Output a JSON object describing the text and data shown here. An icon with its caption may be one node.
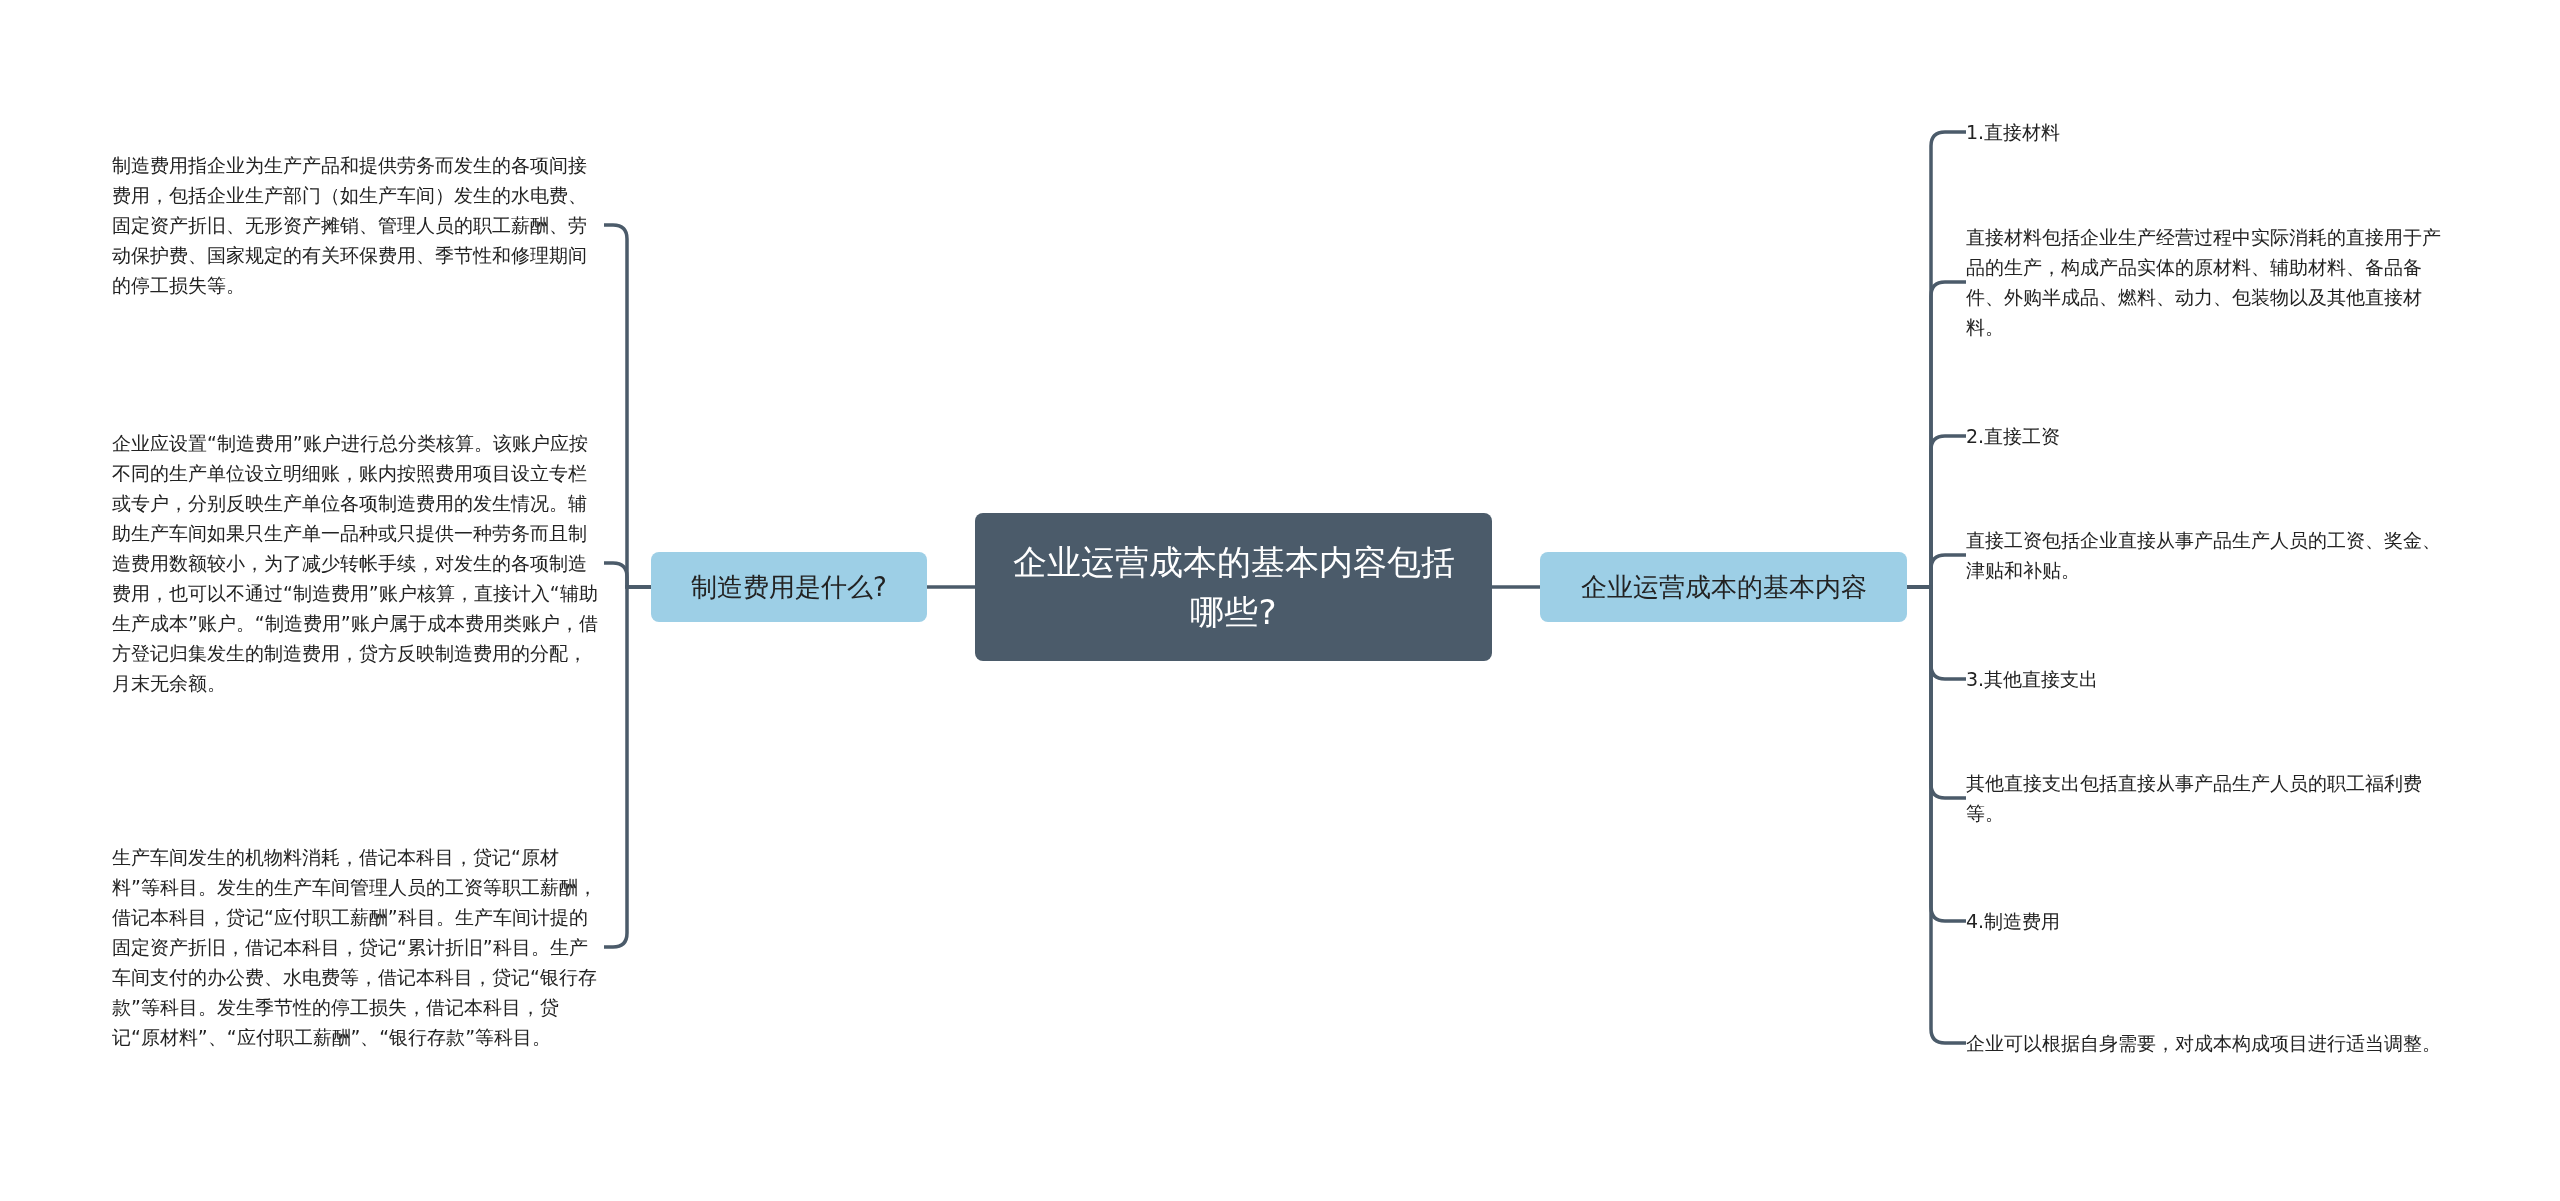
{
  "diagram": {
    "nodes": [
      {
        "text": [
          "企业运营成本的基本内容包括哪些?"
        ]
      },
      {
        "text": [
          "制造费用是什么?"
        ]
      },
      {
        "text": [
          "企业运营成本的基本内容"
        ]
      },
      {
        "text": [
          "制造费用指企业为生产产品和提供劳务而发生的各项间接费用，包括企业生产部门（如生产车间）发生的水电费、固定资产折旧、无形资产摊销、管理人员的职工薪酬、劳动保护费、国家规定的有关环保费用、季节性和修理期间的停工损失等。"
        ]
      },
      {
        "text": [
          "企业应设置“制造费用”账户进行总分类核算。该账户应按不同的生产单位设立明细账，账内按照费用项目设立专栏或专户，分别反映生产单位各项制造费用的发生情况。辅助生产车间如果只生产单一品种或只提供一种劳务而且制造费用数额较小，为了减少转帐手续，对发生的各项制造费用，也可以不通过“制造费用”账户核算，直接计入“辅助生产成本”账户。“制造费用”账户属于成本费用类账户，借方登记归集发生的制造费用，贷方反映制造费用的分配，月末无余额。"
        ]
      },
      {
        "text": [
          "生产车间发生的机物料消耗，借记本科目，贷记“原材料”等科目。发生的生产车间管理人员的工资等职工薪酬，借记本科目，贷记“应付职工薪酬”科目。生产车间计提的固定资产折旧，借记本科目，贷记“累计折旧”科目。生产车间支付的办公费、水电费等，借记本科目，贷记“银行存款”等科目。发生季节性的停工损失，借记本科目，贷记“原材料”、“应付职工薪酬”、“银行存款”等科目。"
        ]
      },
      {
        "text": [
          "1.直接材料"
        ]
      },
      {
        "text": [
          "直接材料包括企业生产经营过程中实际消耗的直接用于产品的生产，构成产品实体的原材料、辅助材料、备品备件、外购半成品、燃料、动力、包装物以及其他直接材料。"
        ]
      },
      {
        "text": [
          "2.直接工资"
        ]
      },
      {
        "text": [
          "直接工资包括企业直接从事产品生产人员的工资、奖金、津贴和补贴。"
        ]
      },
      {
        "text": [
          "3.其他直接支出"
        ]
      },
      {
        "text": [
          "其他直接支出包括直接从事产品生产人员的职工福利费等。"
        ]
      },
      {
        "text": [
          "4.制造费用"
        ]
      },
      {
        "text": [
          "企业可以根据自身需要，对成本构成项目进行适当调整。"
        ]
      }
    ],
    "edges": [
      {
        "from": 0,
        "to": 1,
        "arrow": "none"
      },
      {
        "from": 0,
        "to": 2,
        "arrow": "none"
      },
      {
        "from": 1,
        "to": 3,
        "arrow": "none"
      },
      {
        "from": 1,
        "to": 4,
        "arrow": "none"
      },
      {
        "from": 1,
        "to": 5,
        "arrow": "none"
      },
      {
        "from": 2,
        "to": 6,
        "arrow": "none"
      },
      {
        "from": 2,
        "to": 7,
        "arrow": "none"
      },
      {
        "from": 2,
        "to": 8,
        "arrow": "none"
      },
      {
        "from": 2,
        "to": 9,
        "arrow": "none"
      },
      {
        "from": 2,
        "to": 10,
        "arrow": "none"
      },
      {
        "from": 2,
        "to": 11,
        "arrow": "none"
      },
      {
        "from": 2,
        "to": 12,
        "arrow": "none"
      },
      {
        "from": 2,
        "to": 13,
        "arrow": "none"
      }
    ]
  }
}
